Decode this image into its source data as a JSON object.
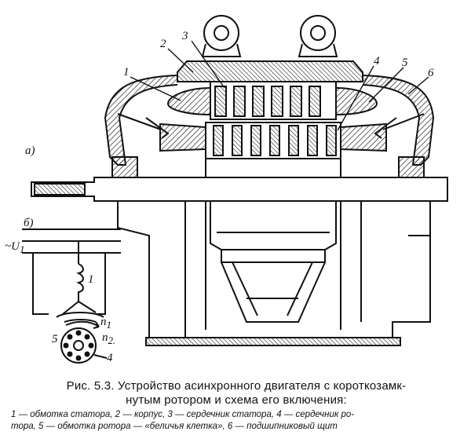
{
  "figure": {
    "part_labels": [
      "1",
      "2",
      "3",
      "4",
      "5",
      "6"
    ],
    "view_labels": {
      "a": "а)",
      "b": "б)"
    },
    "circuit": {
      "supply": "~U",
      "supply_sub": "1",
      "stator_winding": "1",
      "n1": "n",
      "n1_sub": "1",
      "n2": "n",
      "n2_sub": "2.",
      "rotor_left": "5",
      "rotor_right": "4"
    }
  },
  "caption": {
    "title_line1": "Рис. 5.3. Устройство асинхронного двигателя с короткозамк-",
    "title_line2": "нутым ротором и схема его включения:",
    "legend_line1": "1 — обмотка статора, 2 — корпус, 3 — сердечник статора, 4 — сердечник ро-",
    "legend_line2": "тора, 5 — обмотка ротора — «беличья клетка», 6 — подшипниковый щит"
  }
}
